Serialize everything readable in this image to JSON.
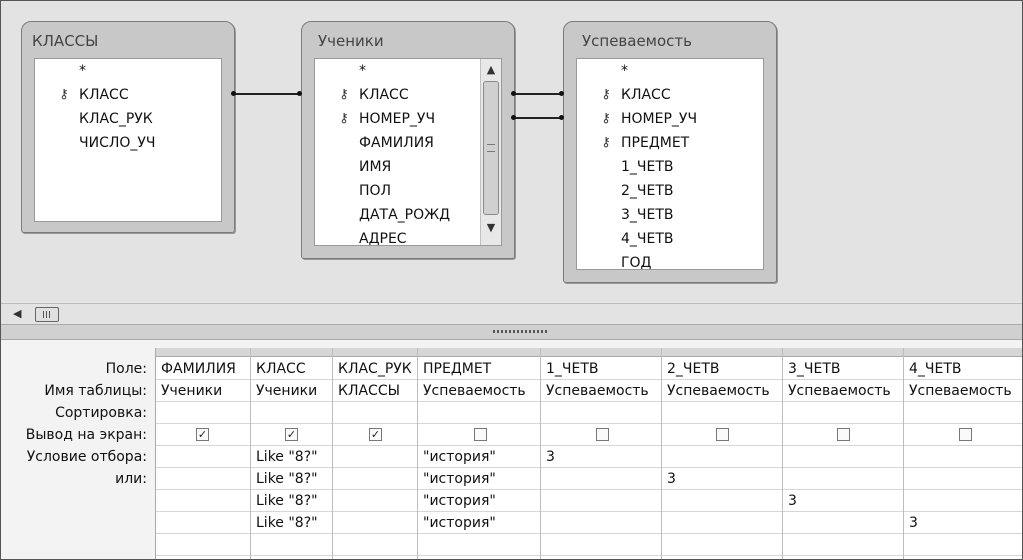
{
  "tables": [
    {
      "title": "КЛАССЫ",
      "fields": [
        {
          "name": "*",
          "key": false
        },
        {
          "name": "КЛАСС",
          "key": true
        },
        {
          "name": "КЛАС_РУК",
          "key": false
        },
        {
          "name": "ЧИСЛО_УЧ",
          "key": false
        }
      ]
    },
    {
      "title": "Ученики",
      "fields": [
        {
          "name": "*",
          "key": false
        },
        {
          "name": "КЛАСС",
          "key": true
        },
        {
          "name": "НОМЕР_УЧ",
          "key": true
        },
        {
          "name": "ФАМИЛИЯ",
          "key": false
        },
        {
          "name": "ИМЯ",
          "key": false
        },
        {
          "name": "ПОЛ",
          "key": false
        },
        {
          "name": "ДАТА_РОЖД",
          "key": false
        },
        {
          "name": "АДРЕС",
          "key": false
        }
      ]
    },
    {
      "title": "Успеваемость",
      "fields": [
        {
          "name": "*",
          "key": false
        },
        {
          "name": "КЛАСС",
          "key": true
        },
        {
          "name": "НОМЕР_УЧ",
          "key": true
        },
        {
          "name": "ПРЕДМЕТ",
          "key": true
        },
        {
          "name": "1_ЧЕТВ",
          "key": false
        },
        {
          "name": "2_ЧЕТВ",
          "key": false
        },
        {
          "name": "3_ЧЕТВ",
          "key": false
        },
        {
          "name": "4_ЧЕТВ",
          "key": false
        },
        {
          "name": "ГОД",
          "key": false
        }
      ]
    }
  ],
  "grid": {
    "row_labels": [
      "Поле:",
      "Имя таблицы:",
      "Сортировка:",
      "Вывод на экран:",
      "Условие отбора:",
      "или:"
    ],
    "columns": [
      {
        "field": "ФАМИЛИЯ",
        "table": "Ученики",
        "show": true,
        "criteria": [
          "",
          "",
          "",
          ""
        ]
      },
      {
        "field": "КЛАСС",
        "table": "Ученики",
        "show": true,
        "criteria": [
          "Like \"8?\"",
          "Like \"8?\"",
          "Like \"8?\"",
          "Like \"8?\""
        ]
      },
      {
        "field": "КЛАС_РУК",
        "table": "КЛАССЫ",
        "show": true,
        "criteria": [
          "",
          "",
          "",
          ""
        ]
      },
      {
        "field": "ПРЕДМЕТ",
        "table": "Успеваемость",
        "show": false,
        "criteria": [
          "\"история\"",
          "\"история\"",
          "\"история\"",
          "\"история\""
        ]
      },
      {
        "field": "1_ЧЕТВ",
        "table": "Успеваемость",
        "show": false,
        "criteria": [
          "3",
          "",
          "",
          ""
        ]
      },
      {
        "field": "2_ЧЕТВ",
        "table": "Успеваемость",
        "show": false,
        "criteria": [
          "",
          "3",
          "",
          ""
        ]
      },
      {
        "field": "3_ЧЕТВ",
        "table": "Успеваемость",
        "show": false,
        "criteria": [
          "",
          "",
          "3",
          ""
        ]
      },
      {
        "field": "4_ЧЕТВ",
        "table": "Успеваемость",
        "show": false,
        "criteria": [
          "",
          "",
          "",
          "3"
        ]
      }
    ]
  },
  "icons": {
    "key": "⚷",
    "check": "✓",
    "scroll_up": "▲",
    "scroll_down": "▼",
    "scroll_left": "◀"
  }
}
